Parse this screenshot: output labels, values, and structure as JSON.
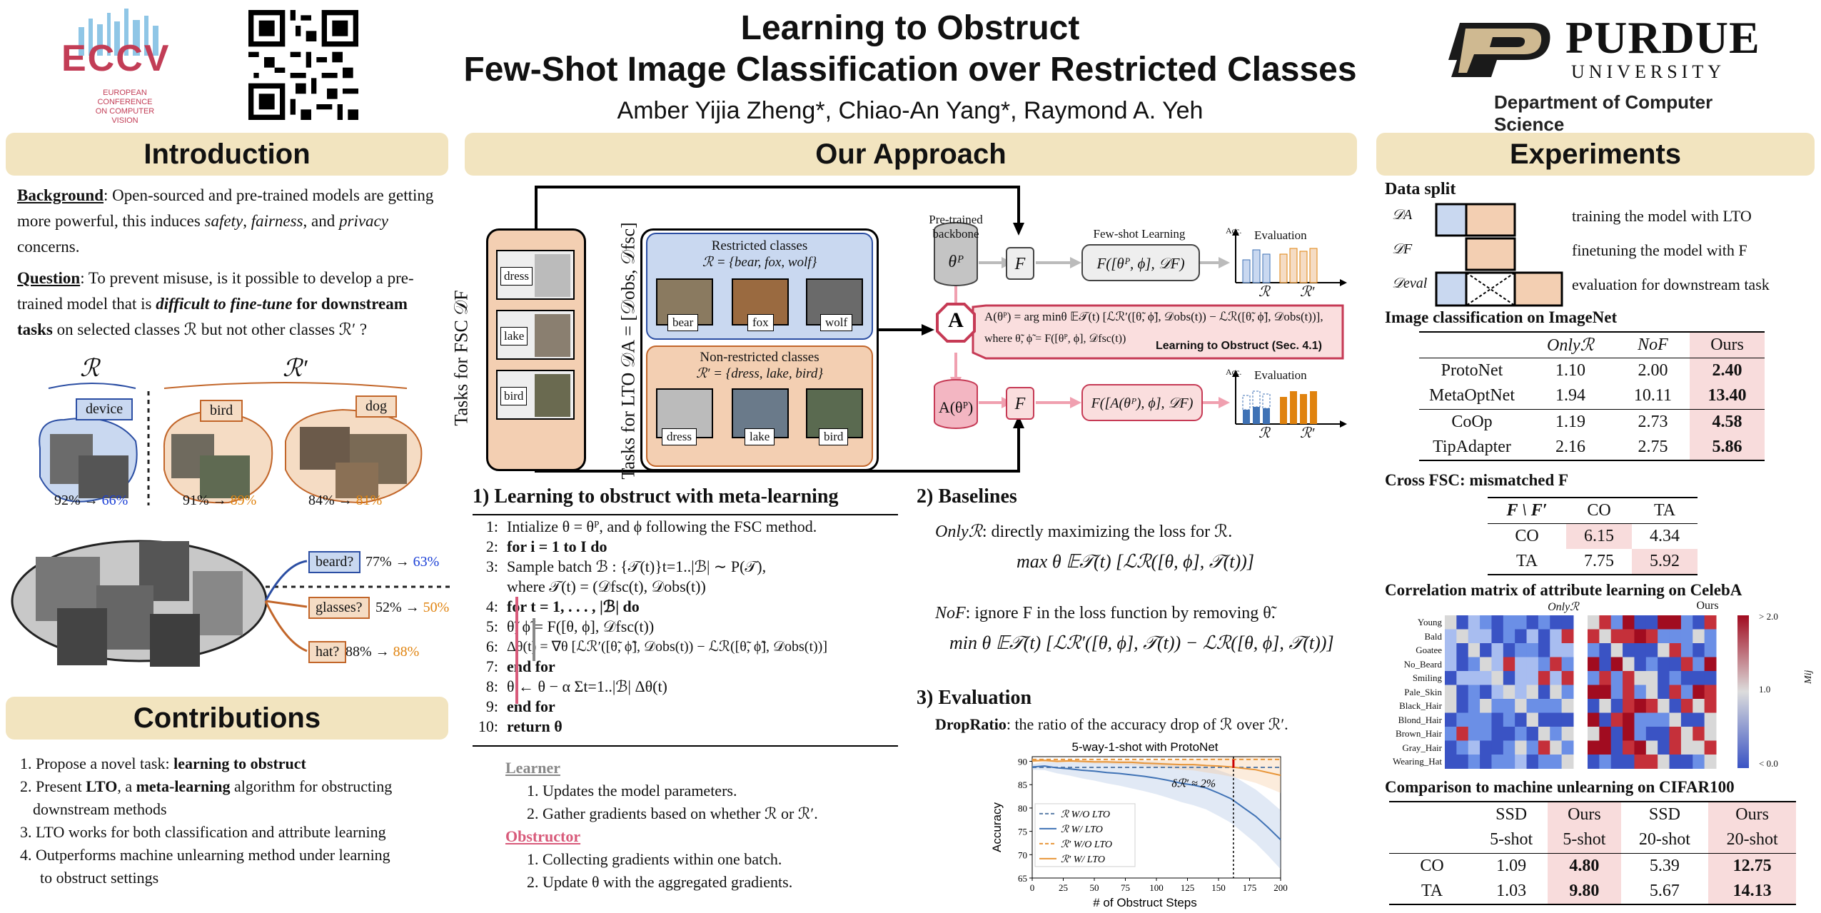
{
  "header": {
    "eccv_logo": "ECCV",
    "eccv_sub": [
      "EUROPEAN",
      "CONFERENCE",
      "ON COMPUTER",
      "VISION"
    ],
    "title_line1": "Learning to Obstruct",
    "title_line2": "Few-Shot Image Classification over Restricted Classes",
    "authors": "Amber Yijia Zheng*, Chiao-An Yang*, Raymond A. Yeh",
    "purdue_name": "PURDUE",
    "purdue_univ": "UNIVERSITY",
    "purdue_dept": "Department of Computer Science"
  },
  "intro": {
    "heading": "Introduction",
    "bg_label": "Background",
    "bg_text1": ": Open-sourced and pre-trained models are getting more powerful, this induces ",
    "bg_safety": "safety",
    "bg_fair": "fairness",
    "bg_and": ", and",
    "bg_priv": "privacy",
    "bg_end": " concerns.",
    "q_label": "Question",
    "q_text1": ": To prevent misuse, is it possible to develop a pre-trained model that is ",
    "q_bold_it": "difficult to fine-tune",
    "q_bold": " for downstream tasks",
    "q_text2": " on selected classes ℛ but not other classes ℛ′ ?",
    "r_label": "ℛ",
    "rp_label": "ℛ′",
    "device": "device",
    "bird": "bird",
    "dog": "dog",
    "acc1": "92% → ",
    "acc1b": "66%",
    "acc2": "91% → ",
    "acc2b": "89%",
    "acc3": "84% → ",
    "acc3b": "81%",
    "attr1": "beard?",
    "attr1v": "77% → ",
    "attr1b": "63%",
    "attr2": "glasses?",
    "attr2v": "52% → ",
    "attr2b": "50%",
    "attr3": "hat?",
    "attr3v": "88% → ",
    "attr3b": "88%"
  },
  "contrib": {
    "heading": "Contributions",
    "i1a": "1. Propose a novel task: ",
    "i1b": "learning to obstruct",
    "i2a": "2. Present ",
    "i2b": "LTO",
    "i2c": ", a ",
    "i2d": "meta-learning",
    "i2e": " algorithm for obstructing",
    "i2f": "downstream methods",
    "i3": "3. LTO works for both classification and attribute learning",
    "i4a": "4. Outperforms machine unlearning method under learning",
    "i4b": "to obstruct settings"
  },
  "approach": {
    "heading": "Our Approach",
    "tasks_fsc": "Tasks for FSC 𝒟F",
    "tasks_lto": "Tasks for LTO 𝒟A = [𝒟obs, 𝒟fsc]",
    "fsc_items": [
      "dress",
      "lake",
      "bird"
    ],
    "restricted_title": "Restricted classes",
    "restricted_set": "ℛ = {bear, fox, wolf}",
    "restricted_items": [
      "bear",
      "fox",
      "wolf"
    ],
    "nonres_title": "Non-restricted classes",
    "nonres_set": "ℛ′ = {dress, lake, bird}",
    "nonres_items": [
      "dress",
      "lake",
      "bird"
    ],
    "pretrained": "Pre-trained",
    "backbone": "backbone",
    "theta_p": "θᴾ",
    "F": "F",
    "A": "A",
    "A_theta": "A(θᴾ)",
    "fewshot": "Few-shot Learning",
    "fbox1": "F([θᴾ, ϕ], 𝒟F)",
    "fbox2": "F([A(θᴾ), ϕ], 𝒟F)",
    "evaluation": "Evaluation",
    "acc": "Acc.",
    "ax_r": "ℛ",
    "ax_rp": "ℛ′",
    "obj_eq": "A(θᴾ) = arg minθ 𝔼𝒯(t) [ℒℛ′([θ̃, ϕ̃], 𝒟obs(t)) − ℒℛ([θ̃, ϕ̃], 𝒟obs(t))],",
    "obj_where": "where θ̃, ϕ̃ = F([θᴾ, ϕ], 𝒟fsc(t))",
    "obj_label": "Learning to Obstruct (Sec. 4.1)"
  },
  "algo": {
    "heading": "1) Learning to obstruct with meta-learning",
    "steps": [
      [
        "1:",
        "Intialize θ = θᴾ, and ϕ following the FSC method."
      ],
      [
        "2:",
        "for i = 1 to I do"
      ],
      [
        "3:",
        "Sample batch ℬ : {𝒯(t)}t=1..|ℬ| ∼ P(𝒯),"
      ],
      [
        "",
        "where 𝒯(t) = (𝒟fsc(t), 𝒟obs(t))"
      ],
      [
        "4:",
        "for t = 1, . . . , |ℬ| do"
      ],
      [
        "5:",
        "θ̃, ϕ̃ = F([θ, ϕ], 𝒟fsc(t))"
      ],
      [
        "6:",
        "Δθ(t) = ∇θ [ℒℛ′([θ̃, ϕ̃], 𝒟obs(t)) − ℒℛ([θ̃, ϕ̃], 𝒟obs(t))]"
      ],
      [
        "7:",
        "end for"
      ],
      [
        "8:",
        "θ ← θ − α Σt=1..|ℬ| Δθ(t)"
      ],
      [
        "9:",
        "end for"
      ],
      [
        "10:",
        "return θ"
      ]
    ],
    "learner": "Learner",
    "l1": "1. Updates the model parameters.",
    "l2": "2. Gather gradients based on whether ℛ or ℛ′.",
    "obstructor": "Obstructor",
    "o1": "1. Collecting gradients within one batch.",
    "o2": "2. Update θ with the aggregated gradients."
  },
  "baselines": {
    "heading": "2) Baselines",
    "only_label": "Onlyℛ",
    "only_text": ": directly maximizing the loss for ℛ.",
    "only_eq": "max θ 𝔼𝒯(t) [ℒℛ([θ, ϕ], 𝒯(t))]",
    "nof_label": "NoF",
    "nof_text": ": ignore F in the loss function by removing θ̃.",
    "nof_eq": "min θ 𝔼𝒯(t) [ℒℛ′([θ, ϕ], 𝒯(t)) − ℒℛ([θ, ϕ], 𝒯(t))]"
  },
  "evaluation": {
    "heading": "3) Evaluation",
    "drop_label": "DropRatio",
    "drop_text": ": the ratio of the accuracy drop of ℛ over ℛ′."
  },
  "experiments": {
    "heading": "Experiments",
    "datasplit": "Data split",
    "split_labels": [
      "𝒟A",
      "𝒟F",
      "𝒟eval"
    ],
    "split_desc": [
      "training the model with LTO",
      "finetuning the model with F",
      "evaluation for downstream task"
    ],
    "imagenet_title": "Image classification on ImageNet",
    "imagenet_head": [
      "",
      "Onlyℛ",
      "NoF",
      "Ours"
    ],
    "imagenet_rows": [
      [
        "ProtoNet",
        "1.10",
        "2.00",
        "2.40"
      ],
      [
        "MetaOptNet",
        "1.94",
        "10.11",
        "13.40"
      ],
      [
        "CoOp",
        "1.19",
        "2.73",
        "4.58"
      ],
      [
        "TipAdapter",
        "2.16",
        "2.75",
        "5.86"
      ]
    ],
    "cross_title": "Cross FSC: mismatched F",
    "cross_head": [
      "F \\ F′",
      "CO",
      "TA"
    ],
    "cross_rows": [
      [
        "CO",
        "6.15",
        "4.34"
      ],
      [
        "TA",
        "7.75",
        "5.92"
      ]
    ],
    "corr_title": "Correlation matrix of attribute learning on CelebA",
    "corr_sub1": "Onlyℛ",
    "corr_sub2": "Ours",
    "corr_attrs": [
      "Young",
      "Bald",
      "Goatee",
      "No_Beard",
      "Smiling",
      "Pale_Skin",
      "Black_Hair",
      "Blond_Hair",
      "Brown_Hair",
      "Gray_Hair",
      "Wearing_Hat"
    ],
    "cbar_top": "> 2.0",
    "cbar_mid": "1.0",
    "cbar_bot": "< 0.0",
    "cbar_label": "Mij",
    "cifar_title": "Comparison to machine unlearning on CIFAR100",
    "cifar_head1": [
      "",
      "SSD",
      "Ours",
      "SSD",
      "Ours"
    ],
    "cifar_head2": [
      "",
      "5-shot",
      "5-shot",
      "20-shot",
      "20-shot"
    ],
    "cifar_rows": [
      [
        "CO",
        "1.09",
        "4.80",
        "5.39",
        "12.75"
      ],
      [
        "TA",
        "1.03",
        "9.80",
        "5.67",
        "14.13"
      ]
    ]
  },
  "chart_data": {
    "type": "line",
    "title": "5-way-1-shot with ProtoNet",
    "xlabel": "# of Obstruct Steps",
    "ylabel": "Accuracy",
    "xlim": [
      0,
      200
    ],
    "ylim": [
      65,
      91
    ],
    "xticks": [
      0,
      25,
      50,
      75,
      100,
      125,
      150,
      175,
      200
    ],
    "yticks": [
      65,
      70,
      75,
      80,
      85,
      90
    ],
    "annotation": "δℛ′ ≈ 2%",
    "vline_x": 162,
    "series": [
      {
        "name": "ℛ W/O LTO",
        "style": "dashed",
        "color": "#5a7da8",
        "x": [
          0,
          200
        ],
        "y": [
          88.7,
          88.7
        ]
      },
      {
        "name": "ℛ W/ LTO",
        "style": "solid",
        "color": "#3f72b5",
        "x": [
          0,
          10,
          20,
          30,
          40,
          50,
          60,
          70,
          80,
          90,
          100,
          110,
          120,
          130,
          140,
          150,
          160,
          170,
          180,
          190,
          200
        ],
        "y": [
          88.8,
          89.0,
          88.6,
          88.4,
          88.1,
          87.9,
          87.6,
          87.4,
          87.1,
          86.8,
          86.4,
          85.9,
          85.3,
          84.9,
          84.3,
          83.2,
          82.0,
          80.1,
          78.2,
          75.8,
          73.2
        ]
      },
      {
        "name": "ℛ′ W/O LTO",
        "style": "dashed",
        "color": "#e8963a",
        "x": [
          0,
          200
        ],
        "y": [
          90.4,
          90.4
        ]
      },
      {
        "name": "ℛ′ W/ LTO",
        "style": "solid",
        "color": "#e8963a",
        "x": [
          0,
          10,
          20,
          30,
          40,
          50,
          60,
          70,
          80,
          90,
          100,
          110,
          120,
          130,
          140,
          150,
          160,
          170,
          180,
          190,
          200
        ],
        "y": [
          90.1,
          90.2,
          90.0,
          90.1,
          90.0,
          89.9,
          89.9,
          89.8,
          89.8,
          89.6,
          89.5,
          89.4,
          89.3,
          89.3,
          89.1,
          89.0,
          88.8,
          88.5,
          88.2,
          87.6,
          87.0
        ]
      }
    ],
    "legend": "bottom-left"
  },
  "colors": {
    "banner": "#f2e4bf",
    "highlight": "#f8dcdc",
    "blue": "#1a3fd6",
    "orange": "#e0830f",
    "pink": "#d85a7a"
  }
}
